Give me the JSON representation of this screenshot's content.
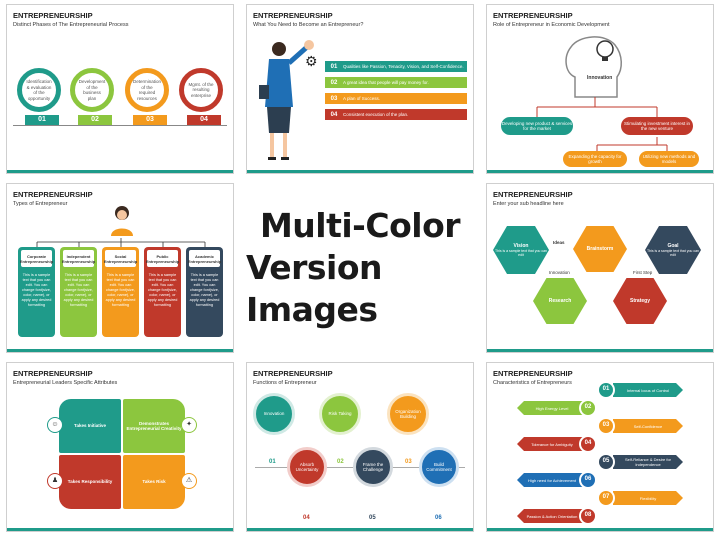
{
  "center": {
    "line1": "Multi-Color",
    "line2": "Version Images"
  },
  "colors": {
    "teal": "#1f9b8a",
    "green": "#8cc63e",
    "orange": "#f39a1d",
    "red": "#c0392b",
    "navy": "#34495e"
  },
  "slides": [
    {
      "title": "ENTREPRENEURSHIP",
      "subtitle": "Distinct Phases of The Entrepreneurial Process",
      "phases": [
        {
          "text": "Identification & evaluation of the opportunity",
          "num": "01"
        },
        {
          "text": "Development of the business plan",
          "num": "02"
        },
        {
          "text": "Determination of the required resources",
          "num": "03"
        },
        {
          "text": "Mgmt. of the resulting enterprise",
          "num": "04"
        }
      ]
    },
    {
      "title": "ENTREPRENEURSHIP",
      "subtitle": "What You Need to Become an Entrepreneur?",
      "items": [
        {
          "num": "01",
          "text": "Qualities like Passion, Tenacity, Vision, and Self-Confidence."
        },
        {
          "num": "02",
          "text": "A great idea that people will pay money for."
        },
        {
          "num": "03",
          "text": "A plan of Success."
        },
        {
          "num": "04",
          "text": "Consistent execution of the plan."
        }
      ]
    },
    {
      "title": "ENTREPRENEURSHIP",
      "subtitle": "Role of Entrepreneur in Economic Development",
      "head_label": "Innovation",
      "left": "Developing new product & services for the market",
      "right": "Stimulating investment interest in the new venture",
      "bottom_left": "Expanding the capacity for growth",
      "bottom_right": "Utilizing new methods and models"
    },
    {
      "title": "ENTREPRENEURSHIP",
      "subtitle": "Types of Entrepreneur",
      "columns": [
        {
          "head": "Corporate Entrepreneurship",
          "body": "This is a sample text that you can edit. You can change font(size, color, name), or apply any desired formatting"
        },
        {
          "head": "Independent Entrepreneurship",
          "body": "This is a sample text that you can edit. You can change font(size, color, name), or apply any desired formatting"
        },
        {
          "head": "Social Entrepreneurship",
          "body": "This is a sample text that you can edit. You can change font(size, color, name), or apply any desired formatting"
        },
        {
          "head": "Public Entrepreneurship",
          "body": "This is a sample text that you can edit. You can change font(size, color, name), or apply any desired formatting"
        },
        {
          "head": "Academic Entrepreneurship",
          "body": "This is a sample text that you can edit. You can change font(size, color, name), or apply any desired formatting"
        }
      ]
    },
    {
      "title": "ENTREPRENEURSHIP",
      "subtitle": "Enter your sub headline here",
      "vision": "Vision",
      "vision_text": "This is a sample text that you can edit",
      "ideas": "Ideas",
      "brainstorm": "Brainstorm",
      "goal": "Goal",
      "goal_text": "This is a sample text that you can edit",
      "innovation": "Innovation",
      "research": "Research",
      "first_step": "First Step",
      "strategy": "Strategy"
    },
    {
      "title": "ENTREPRENEURSHIP",
      "subtitle": "Entrepreneurial Leaders Specific Attributes",
      "tiles": [
        "Takes Initiative",
        "Demonstrates Entrepreneurial Creativity",
        "Takes Responsibility",
        "Takes Risk"
      ]
    },
    {
      "title": "ENTREPRENEURSHIP",
      "subtitle": "Functions of Entrepreneur",
      "top": [
        {
          "label": "Innovation",
          "num": "01"
        },
        {
          "label": "Risk Taking",
          "num": "02"
        },
        {
          "label": "Organization Building",
          "num": "03"
        }
      ],
      "bottom": [
        {
          "label": "Absorb Uncertainty",
          "num": "04"
        },
        {
          "label": "Frame the Challenge",
          "num": "05"
        },
        {
          "label": "Build Commitment",
          "num": "06"
        }
      ]
    },
    {
      "title": "ENTREPRENEURSHIP",
      "subtitle": "Characteristics of Entrepreneurs",
      "rows": [
        {
          "num": "01",
          "text": "Internal locus of Control"
        },
        {
          "num": "02",
          "text": "High Energy Level"
        },
        {
          "num": "03",
          "text": "Self-Confidence"
        },
        {
          "num": "04",
          "text": "Tolerance for Ambiguity"
        },
        {
          "num": "05",
          "text": "Self-Reliance & Desire for Independence"
        },
        {
          "num": "06",
          "text": "High need for Achievement"
        },
        {
          "num": "07",
          "text": "Flexibility"
        },
        {
          "num": "08",
          "text": "Passion & Action Orientation"
        }
      ]
    }
  ]
}
